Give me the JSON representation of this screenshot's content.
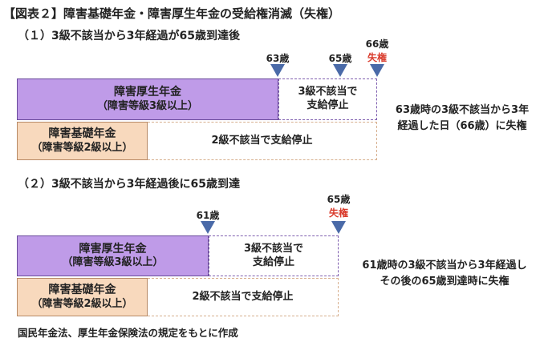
{
  "title": "【図表２】障害基礎年金・障害厚生年金の受給権消滅（失権）",
  "section1": {
    "heading": "（１）3級不該当から3年経過が65歳到達後",
    "markers": {
      "age63": "63歳",
      "age65": "65歳",
      "age66": "66歳",
      "lapse": "失権"
    },
    "employee_pension": {
      "name": "障害厚生年金",
      "grade": "（障害等級3級以上）"
    },
    "employee_suspended": [
      "3級不該当で",
      "支給停止"
    ],
    "basic_pension": {
      "name": "障害基礎年金",
      "grade": "（障害等級2級以上）"
    },
    "basic_suspended": "2級不該当で支給停止",
    "note": [
      "63歳時の3級不該当から3年",
      "経過した日（66歳）に失権"
    ]
  },
  "section2": {
    "heading": "（２）3級不該当から3年経過後に65歳到達",
    "markers": {
      "age61": "61歳",
      "age65": "65歳",
      "lapse": "失権"
    },
    "employee_pension": {
      "name": "障害厚生年金",
      "grade": "（障害等級3級以上）"
    },
    "employee_suspended": [
      "3級不該当で",
      "支給停止"
    ],
    "basic_pension": {
      "name": "障害基礎年金",
      "grade": "（障害等級2級以上）"
    },
    "basic_suspended": "2級不該当で支給停止",
    "note": [
      "61歳時の3級不該当から3年経過し",
      "その後の65歳到達時に失権"
    ]
  },
  "footer": "国民年金法、厚生年金保険法の規定をもとに作成",
  "colors": {
    "employee_fill": "#bf9be8",
    "basic_fill": "#f8d9bd",
    "marker": "#4a6aa8",
    "lapse_text": "#d93a2b"
  }
}
